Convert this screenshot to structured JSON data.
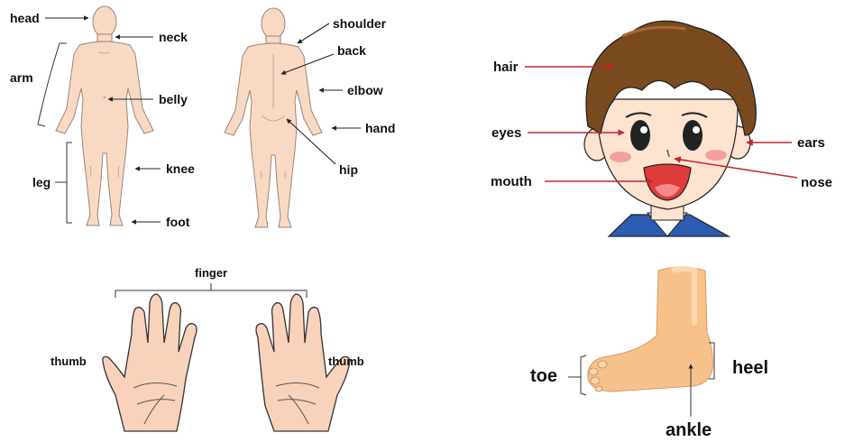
{
  "colors": {
    "skin": "#f8d9c4",
    "skin_outline": "#9b8477",
    "hand_skin": "#f9d2bb",
    "foot_skin": "#f7c18c",
    "arrow_red": "#c0272d",
    "hair_brown": "#7a4a1f",
    "shirt_blue": "#2c5db0",
    "mouth_red": "#e03b3b",
    "cheek_pink": "#f4a0a0"
  },
  "body_labels": {
    "head": "head",
    "neck": "neck",
    "arm": "arm",
    "belly": "belly",
    "leg": "leg",
    "knee": "knee",
    "foot": "foot",
    "shoulder": "shoulder",
    "back": "back",
    "elbow": "elbow",
    "hand": "hand",
    "hip": "hip"
  },
  "face_labels": {
    "hair": "hair",
    "eyes": "eyes",
    "ears": "ears",
    "mouth": "mouth",
    "nose": "nose"
  },
  "hands_labels": {
    "finger": "finger",
    "thumb_left": "thumb",
    "thumb_right": "thumb"
  },
  "foot_labels": {
    "toe": "toe",
    "heel": "heel",
    "ankle": "ankle"
  }
}
